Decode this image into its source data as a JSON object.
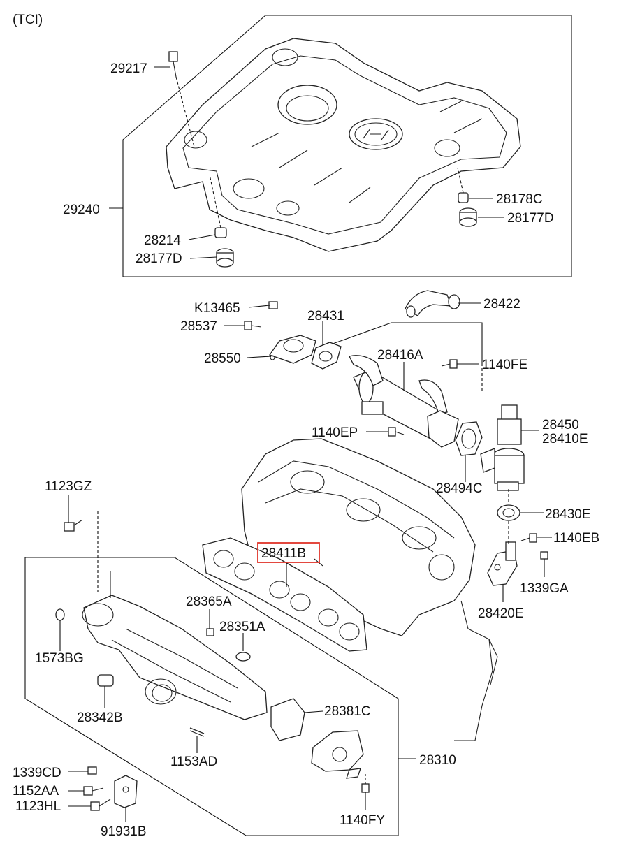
{
  "header": {
    "variant": "(TCI)"
  },
  "labels": {
    "p29217": "29217",
    "p29240": "29240",
    "p28214": "28214",
    "p28177D_left": "28177D",
    "p28178C": "28178C",
    "p28177D_right": "28177D",
    "pK13465": "K13465",
    "p28537": "28537",
    "p28550": "28550",
    "p28431": "28431",
    "p28422": "28422",
    "p28416A": "28416A",
    "p1140FE": "1140FE",
    "p1140EP": "1140EP",
    "p28450": "28450",
    "p28410E": "28410E",
    "p28494C": "28494C",
    "p28430E": "28430E",
    "p1140EB": "1140EB",
    "p1339GA": "1339GA",
    "p28420E": "28420E",
    "p1123GZ": "1123GZ",
    "p28411B": "28411B",
    "p28365A": "28365A",
    "p28351A": "28351A",
    "p1573BG": "1573BG",
    "p28342B": "28342B",
    "p28381C": "28381C",
    "p28310": "28310",
    "p1153AD": "1153AD",
    "p1339CD": "1339CD",
    "p1152AA": "1152AA",
    "p1123HL": "1123HL",
    "p1140FY": "1140FY",
    "p91931B": "91931B"
  },
  "highlight": {
    "part": "28411B",
    "color": "#e0342a"
  },
  "icons": [
    "hyundai-logo-icon"
  ]
}
